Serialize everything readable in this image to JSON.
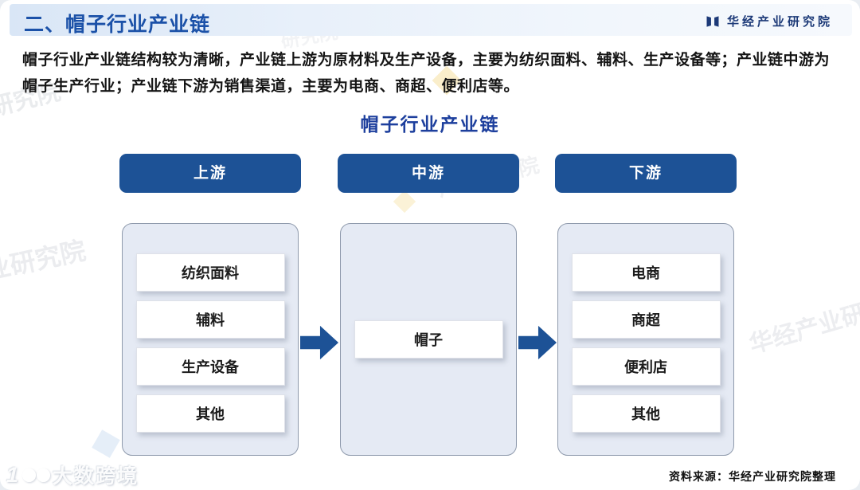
{
  "slide": {
    "section_title": "二、帽子行业产业链",
    "logo_text": "华经产业研究院",
    "intro": {
      "line1": "帽子行业产业链结构较为清晰，产业链上游为原材料及生产设备，主要为纺织面料、辅料、生产设备等；产业链中游为",
      "line2": "帽子生产行业；产业链下游为销售渠道，主要为电商、商超、便利店等。"
    },
    "diagram": {
      "title": "帽子行业产业链",
      "columns": [
        {
          "header": "上游",
          "items": [
            "纺织面料",
            "辅料",
            "生产设备",
            "其他"
          ]
        },
        {
          "header": "中游",
          "items": [
            "帽子"
          ]
        },
        {
          "header": "下游",
          "items": [
            "电商",
            "商超",
            "便利店",
            "其他"
          ]
        }
      ]
    },
    "source_note": "资料来源：华经产业研究院整理",
    "bottom_watermark": "大数跨境",
    "background_watermarks": [
      "研究院",
      "业研究院",
      "华经产业研",
      "产业研究院",
      "研究院"
    ],
    "colors": {
      "accent": "#1d5296",
      "title-blue": "#1b51a8",
      "diagram-blue": "#1d3f9d",
      "logo-blue": "#1d3a78",
      "panel": "#e5eaf4"
    }
  }
}
